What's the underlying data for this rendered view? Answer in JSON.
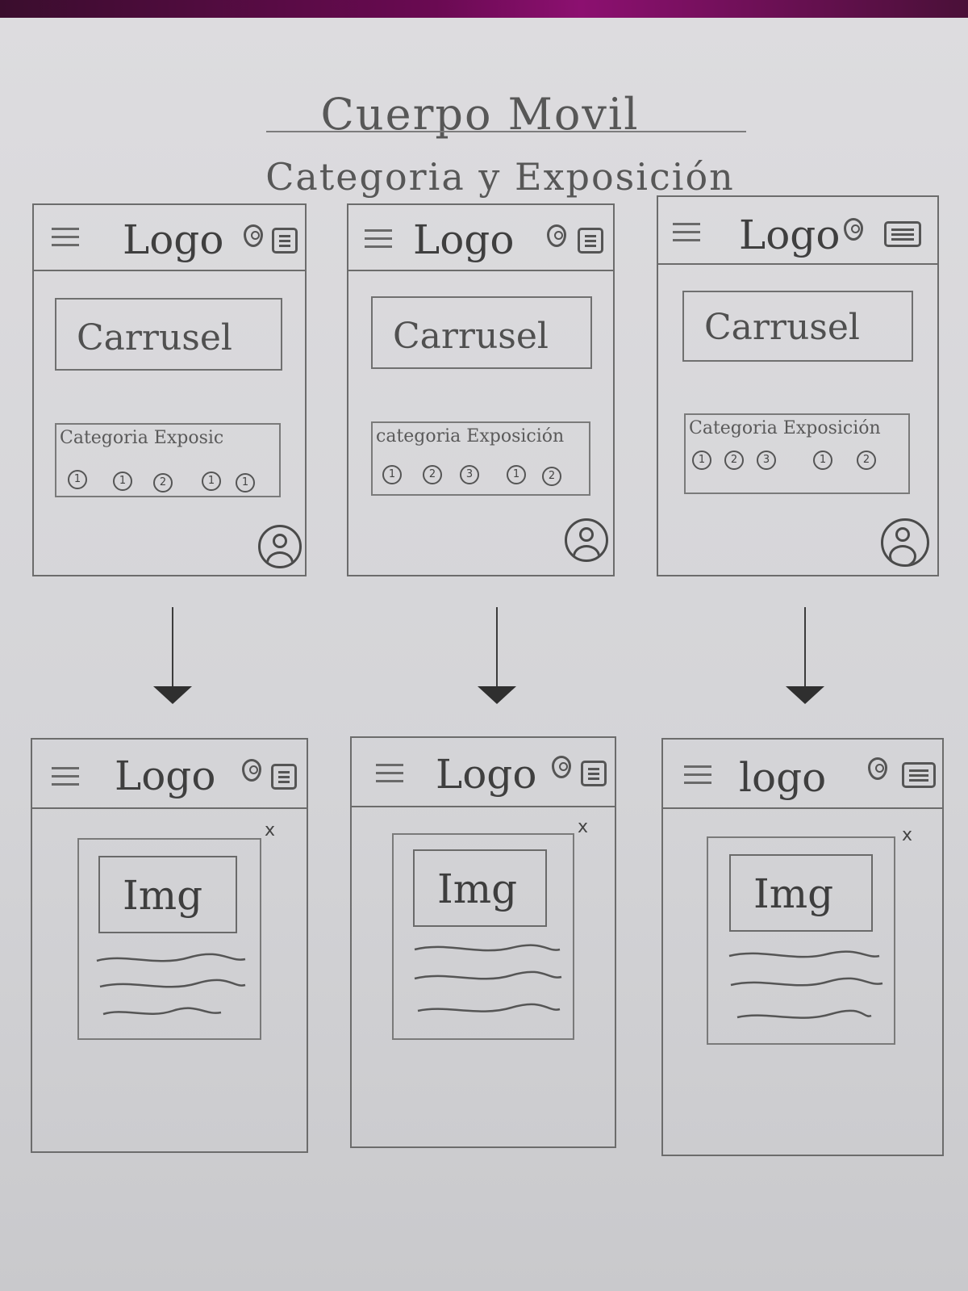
{
  "title": "Cuerpo Movil",
  "subtitle": "Categoria y Exposición",
  "screens_top": [
    {
      "logo": "Logo",
      "carousel": "Carrusel",
      "category_label": "Categoria Exposic",
      "dots": [
        "1",
        "1",
        "2",
        "1",
        "1"
      ]
    },
    {
      "logo": "Logo",
      "carousel": "Carrusel",
      "category_label": "categoria Exposición",
      "dots": [
        "1",
        "2",
        "3",
        "1",
        "2"
      ]
    },
    {
      "logo": "Logo",
      "carousel": "Carrusel",
      "category_label": "Categoria Exposición",
      "dots": [
        "1",
        "2",
        "3",
        "1",
        "2"
      ]
    }
  ],
  "screens_bottom": [
    {
      "logo": "Logo",
      "image": "Img",
      "close": "x"
    },
    {
      "logo": "Logo",
      "image": "Img",
      "close": "x"
    },
    {
      "logo": "logo",
      "image": "Img",
      "close": "x"
    }
  ],
  "icons": {
    "menu": "hamburger-icon",
    "location": "location-pin-icon",
    "document": "document-icon",
    "user": "user-avatar-icon",
    "close": "close-icon"
  }
}
